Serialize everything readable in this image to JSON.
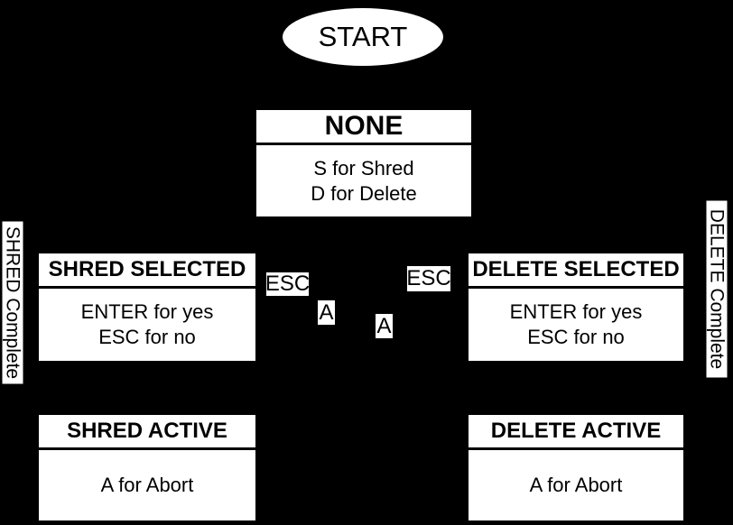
{
  "colors": {
    "background": "#000000",
    "node_fill": "#ffffff",
    "node_text": "#000000"
  },
  "start_node": {
    "label": "START"
  },
  "states": {
    "none": {
      "title": "NONE",
      "line1": "S for Shred",
      "line2": "D for Delete"
    },
    "shred_selected": {
      "title": "SHRED SELECTED",
      "line1": "ENTER for yes",
      "line2": "ESC for no"
    },
    "delete_selected": {
      "title": "DELETE SELECTED",
      "line1": "ENTER for yes",
      "line2": "ESC for no"
    },
    "shred_active": {
      "title": "SHRED ACTIVE",
      "line1": "A for Abort"
    },
    "delete_active": {
      "title": "DELETE ACTIVE",
      "line1": "A for Abort"
    }
  },
  "edge_labels": {
    "esc_left": "ESC",
    "esc_right": "ESC",
    "abort_left": "A",
    "abort_right": "A",
    "shred_complete": "SHRED Complete",
    "delete_complete": "DELETE Complete"
  }
}
